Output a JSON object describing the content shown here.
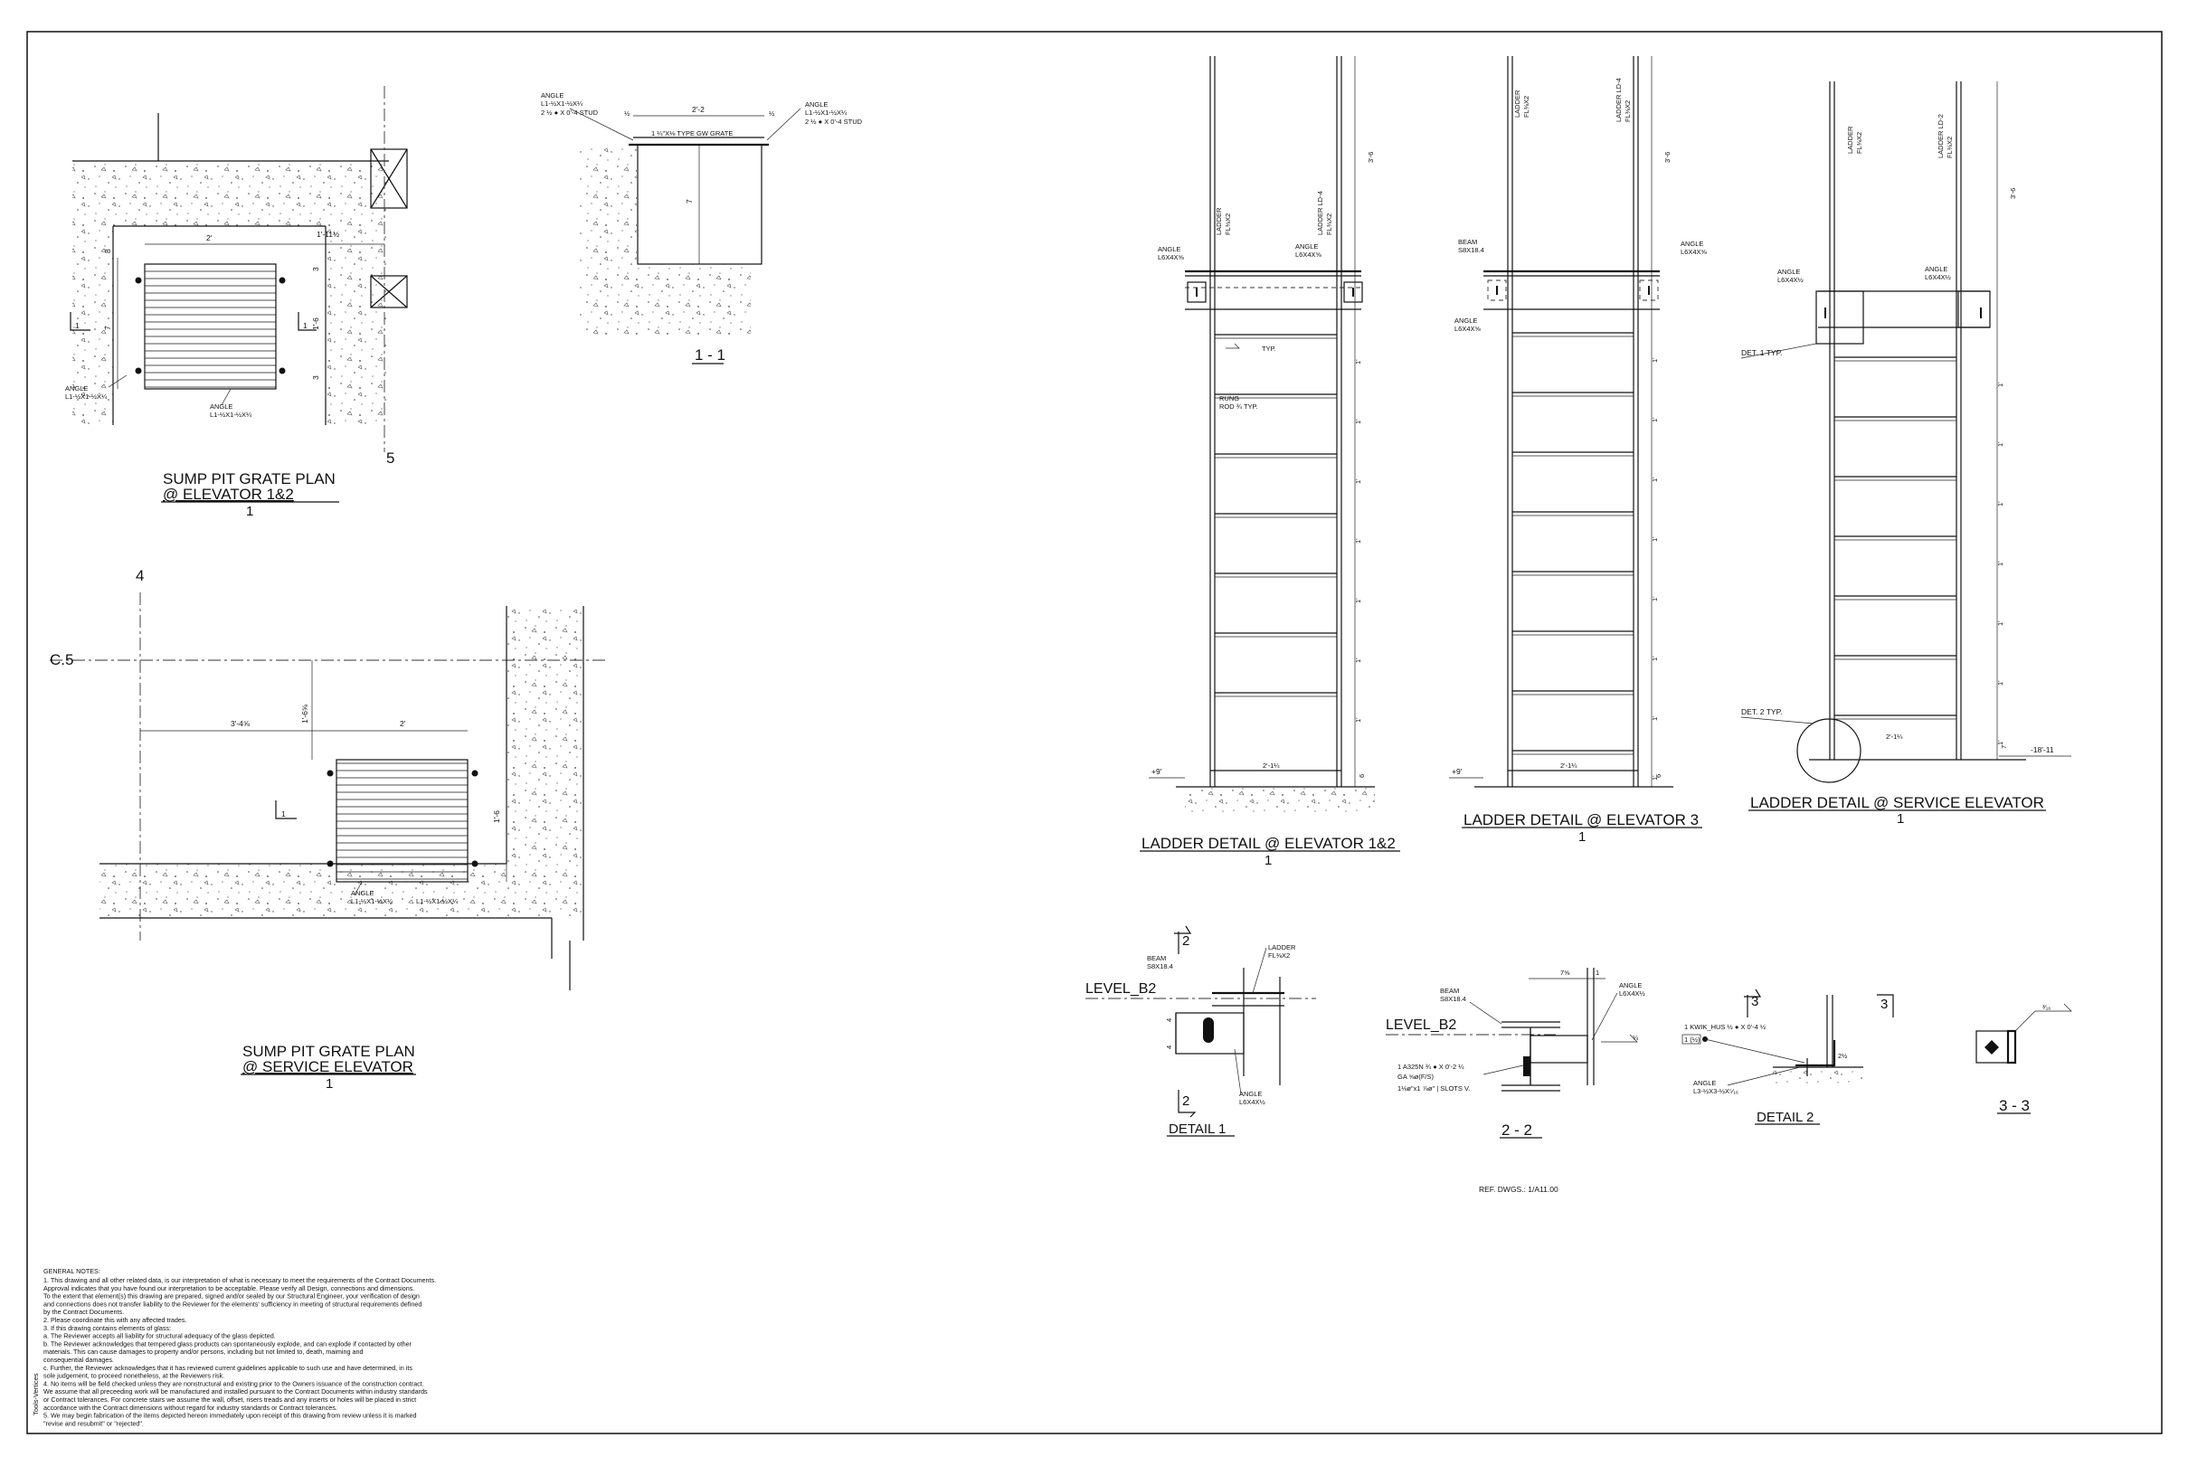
{
  "sheet": {
    "ref_dwgs": "REF. DWGS.: 1/A11.00",
    "side_note": "Tools-Vertices"
  },
  "views": {
    "sump_plan_12": {
      "title": "SUMP PIT GRATE PLAN",
      "subtitle": "@ ELEVATOR 1&2",
      "scale": "1",
      "dim_width": "2'",
      "dim_offset": "1'-11½",
      "dim_height": "1'-6",
      "dim_side": "7",
      "dim_a": "3",
      "dim_b": "3",
      "dim_c": "8",
      "grid_bubble": "5",
      "section_tag": "1",
      "angle_note_left": "ANGLE\nL1-½X1-½X¼",
      "angle_note_right": "ANGLE\nL1-½X1-½X¼",
      "angle_left_1": "ANGLE",
      "angle_left_2": "L1-½X1-½X¼",
      "angle_right_1": "ANGLE",
      "angle_right_2": "L1-½X1-½X¼"
    },
    "section_11": {
      "title": "1 - 1",
      "grate_note": "1 ¼\"X⅛ TYPE GW GRATE",
      "dim_width": "2'-2",
      "dim_depth": "7",
      "note_left_1": "ANGLE",
      "note_left_2": "L1-½X1-½X¼",
      "note_left_3": "2 ½ ● X 0'-4 STUD",
      "note_right_1": "ANGLE",
      "note_right_2": "L1-½X1-½X¼",
      "note_right_3": "2 ½ ● X 0'-4 STUD",
      "dim_left": "½",
      "dim_right": "½"
    },
    "sump_plan_service": {
      "title": "SUMP PIT GRATE PLAN",
      "subtitle": "@ SERVICE ELEVATOR",
      "scale": "1",
      "grid_c5": "C.5",
      "grid_4": "4",
      "dim_left": "3'-4⅝",
      "dim_width": "2'",
      "dim_top": "1'-6⅝",
      "dim_height": "1'-6",
      "section_tag": "1",
      "angle_1": "ANGLE",
      "angle_2": "L1-½X1-½X¼",
      "angle_3": "L1-½X1-½X¼"
    },
    "ladder_12": {
      "title": "LADDER DETAIL @ ELEVATOR 1&2",
      "scale": "1",
      "ladder_note_1": "LADDER",
      "ladder_note_2": "FL⅜X2",
      "ladder_right_1": "LADDER LD-4",
      "ladder_right_2": "FL⅜X2",
      "angle_left_1": "ANGLE",
      "angle_left_2": "L6X4X⅝",
      "angle_right_1": "ANGLE",
      "angle_right_2": "L6X4X⅝",
      "typ_note": "TYP.",
      "rung_note_1": "RUNG",
      "rung_note_2": "ROD ¾  TYP.",
      "elev": "+9'",
      "width": "2'-1¼",
      "rung_spacing": "1'",
      "top_dim": "3'-6",
      "bot_dim": "6"
    },
    "ladder_3": {
      "title": "LADDER DETAIL @ ELEVATOR 3",
      "scale": "1",
      "ladder_note_1": "LADDER",
      "ladder_note_2": "FL⅜X2",
      "ladder_right_1": "LADDER LD-4",
      "ladder_right_2": "FL⅜X2",
      "beam_1": "BEAM",
      "beam_2": "S8X18.4",
      "angle_right_1": "ANGLE",
      "angle_right_2": "L6X4X⅝",
      "angle_left_1": "ANGLE",
      "angle_left_2": "L6X4X⅝",
      "elev": "+9'",
      "width": "2'-1¼",
      "rung_spacing": "1'",
      "top_dim": "3'-6",
      "bot_dim": "6"
    },
    "ladder_service": {
      "title": "LADDER DETAIL @ SERVICE ELEVATOR",
      "scale": "1",
      "ladder_note_1": "LADDER",
      "ladder_note_2": "FL⅜X2",
      "ladder_right_1": "LADDER LD-2",
      "ladder_right_2": "FL⅜X2",
      "angle_left_1": "ANGLE",
      "angle_left_2": "L6X4X½",
      "angle_right_1": "ANGLE",
      "angle_right_2": "L6X4X½",
      "det1": "DET. 1 TYP.",
      "det2": "DET. 2 TYP.",
      "elev": "-18'-11",
      "width": "2'-1¼",
      "rung_spacing": "1'",
      "top_dim": "3'-6",
      "bot_dim": "7"
    },
    "detail_1": {
      "title": "DETAIL 1",
      "level": "LEVEL_B2",
      "beam_1": "BEAM",
      "beam_2": "S8X18.4",
      "ladder_1": "LADDER",
      "ladder_2": "FL⅜X2",
      "angle_1": "ANGLE",
      "angle_2": "L6X4X½",
      "cut_tag": "2",
      "dim_a": "4",
      "dim_b": "4"
    },
    "section_22": {
      "title": "2 - 2",
      "level": "LEVEL_B2",
      "beam_1": "BEAM",
      "beam_2": "S8X18.4",
      "angle_1": "ANGLE",
      "angle_2": "L6X4X½",
      "bolt_1": "1 A325N ¾ ● X 0'-2 ¼",
      "bolt_2": "GA ⅝ø(F/S)",
      "bolt_3": "1⅛ø\"x1 ⅞ø\" | SLOTS V.",
      "dim_top": "7⅝",
      "dim_top2": "1",
      "weld": "¼"
    },
    "detail_2": {
      "title": "DETAIL 2",
      "anchor": "1 KWIK_HUS ½ ● X 0'-4 ½",
      "angle_1": "ANGLE",
      "angle_2": "L3-½X3-½X⁵⁄₁₆",
      "cut_tag": "3",
      "cut_tag_right": "3",
      "dim": "2½",
      "tag_label": "1 (½)"
    },
    "section_33": {
      "title": "3 - 3",
      "weld": "³⁄₁₆"
    }
  },
  "general_notes": {
    "heading": "GENERAL NOTES:",
    "lines": [
      "1. This drawing and all other related data, is our interpretation of what is necessary to meet the requirements of the Contract Documents.",
      "   Approval indicates that you have found our interpretation to be acceptable. Please verify all Design, connections and dimensions.",
      "   To the extent that element(s) this drawing are prepared, signed and/or sealed by our Structural Engineer, your verification of design",
      "   and connections does not transfer liability to the Reviewer for the elements' sufficiency in meeting of structural requirements defined",
      "   by the Contract Documents.",
      "2. Please coordinate this with any affected trades.",
      "3. If this drawing contains elements of glass:",
      "   a. The Reviewer accepts all liability for structural adequacy of the glass depicted.",
      "   b. The Reviewer acknowledges that tempered glass products can spontaneously explode, and can explode if contacted by other",
      "      materials. This can cause damages to property and/or persons, including but not limited to, death, maiming and",
      "      consequential damages.",
      "   c. Further, the Reviewer acknowledges that it has reviewed current guidelines applicable to such use and have determined, in its",
      "      sole judgement, to proceed nonetheless, at the Reviewers risk.",
      "4. No items will be field checked unless they are nonstructural and existing prior to the Owners issuance of the construction contract.",
      "   We assume that all preceeding work will be manufactured and installed pursuant to the Contract Documents within industry standards",
      "   or Contract tolerances. For concrete stairs we assume the wall, offset, risers treads and any inserts or holes will be placed in strict",
      "   accordance with the Contract dimensions without regard for industry standards or Contract tolerances.",
      "5. We may begin fabrication of the items depicted hereon immediately upon receipt of this drawing from review unless it is marked",
      "   \"revise and resubmit\" or \"rejected\"."
    ]
  }
}
